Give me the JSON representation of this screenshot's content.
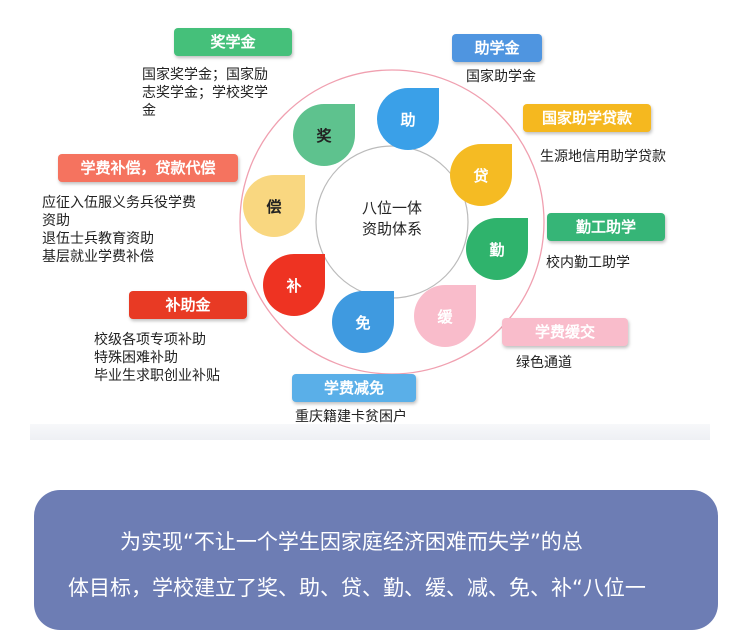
{
  "center": {
    "line1": "八位一体",
    "line2": "资助体系"
  },
  "petals": [
    {
      "id": "jiang",
      "label": "奖",
      "color": "#5ec28e"
    },
    {
      "id": "zhu",
      "label": "助",
      "color": "#3aa0e8"
    },
    {
      "id": "dai",
      "label": "贷",
      "color": "#f5bb23"
    },
    {
      "id": "qin",
      "label": "勤",
      "color": "#2fb36c"
    },
    {
      "id": "huan",
      "label": "缓",
      "color": "#f9bccb"
    },
    {
      "id": "mian",
      "label": "免",
      "color": "#3f9ae0"
    },
    {
      "id": "bu",
      "label": "补",
      "color": "#ee3322"
    },
    {
      "id": "chang",
      "label": "偿",
      "color": "#f9d780"
    }
  ],
  "tags": {
    "jiangxuejin": {
      "label": "奖学金",
      "color": "#45c07a",
      "lines": [
        "国家奖学金；国家励",
        "志奖学金；学校奖学",
        "金"
      ]
    },
    "zhuxuejin": {
      "label": "助学金",
      "color": "#4f95e0",
      "lines": [
        "国家助学金"
      ]
    },
    "daikuan": {
      "label": "国家助学贷款",
      "color": "#f5b81f",
      "lines": [
        "生源地信用助学贷款"
      ]
    },
    "qingong": {
      "label": "勤工助学",
      "color": "#36b577",
      "lines": [
        "校内勤工助学"
      ]
    },
    "huanjiao": {
      "label": "学费缓交",
      "color": "#f9bccb",
      "lines": [
        "绿色通道"
      ]
    },
    "jianmian": {
      "label": "学费减免",
      "color": "#5aafe8",
      "lines": [
        "重庆籍建卡贫困户"
      ]
    },
    "buzhujin": {
      "label": "补助金",
      "color": "#e83a24",
      "lines": [
        "校级各项专项补助",
        "特殊困难补助",
        "毕业生求职创业补贴"
      ]
    },
    "buchang": {
      "label": "学费补偿，贷款代偿",
      "color": "#f5735f",
      "lines": [
        "应征入伍服义务兵役学费",
        "资助",
        "退伍士兵教育资助",
        "基层就业学费补偿"
      ]
    }
  },
  "paragraph": {
    "line1": "为实现“不让一个学生因家庭经济困难而失学”的总",
    "line2": "体目标，学校建立了奖、助、贷、勤、缓、减、免、补“八位一"
  }
}
